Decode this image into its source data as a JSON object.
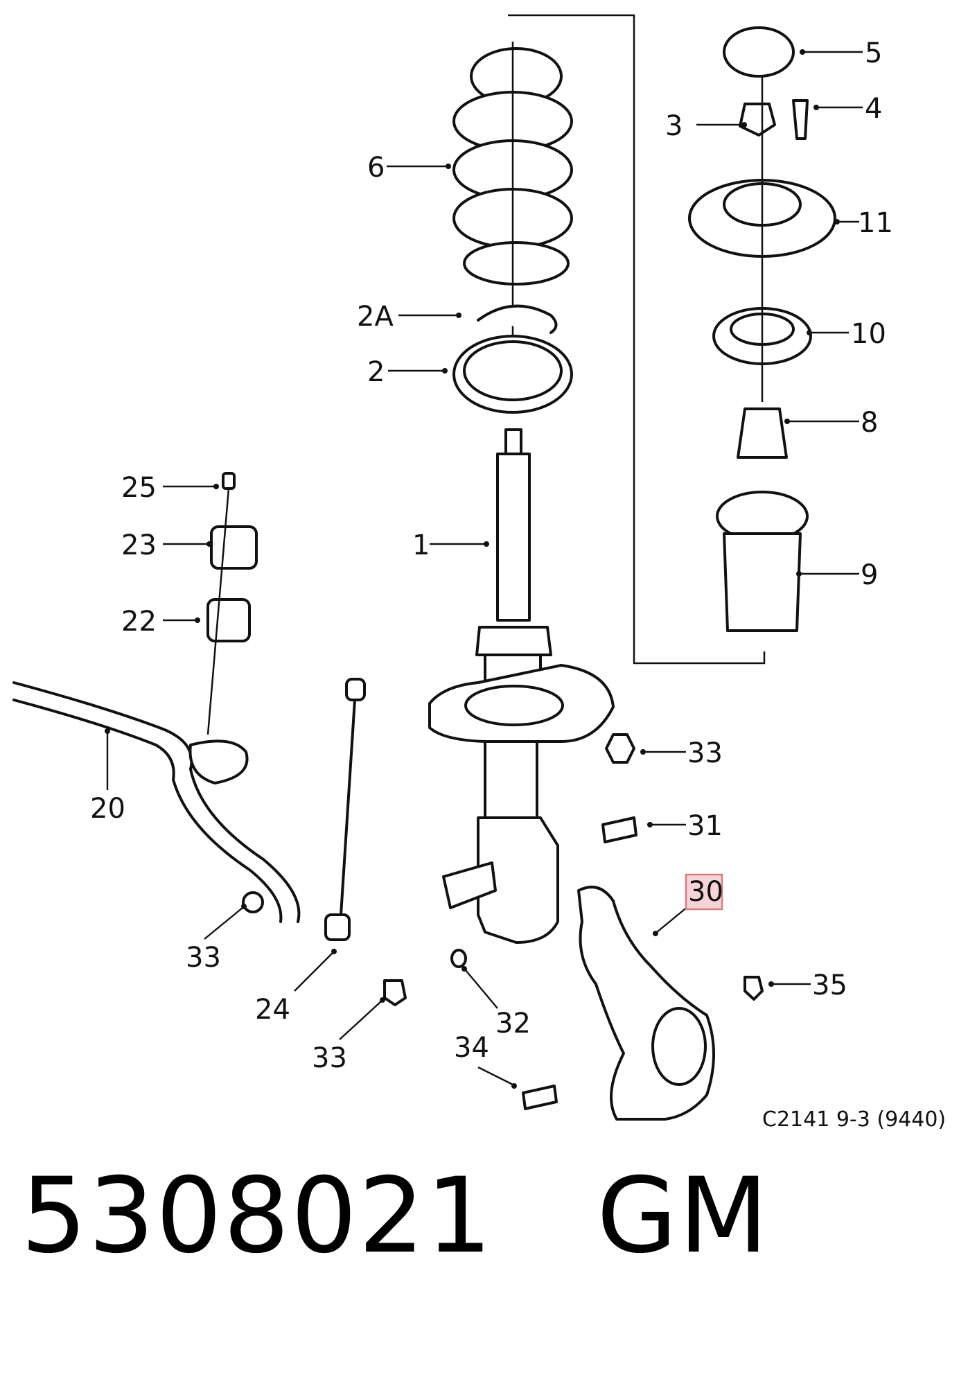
{
  "diagram": {
    "reference_code": "C2141 9-3 (9440)",
    "part_number": "5308021",
    "brand": "GM",
    "highlighted_callout": "30",
    "highlight_color": "#f6d3d7",
    "callouts": [
      "1",
      "2",
      "2A",
      "3",
      "4",
      "5",
      "6",
      "8",
      "9",
      "10",
      "11",
      "20",
      "22",
      "23",
      "24",
      "25",
      "30",
      "31",
      "32",
      "33",
      "34",
      "35"
    ]
  }
}
